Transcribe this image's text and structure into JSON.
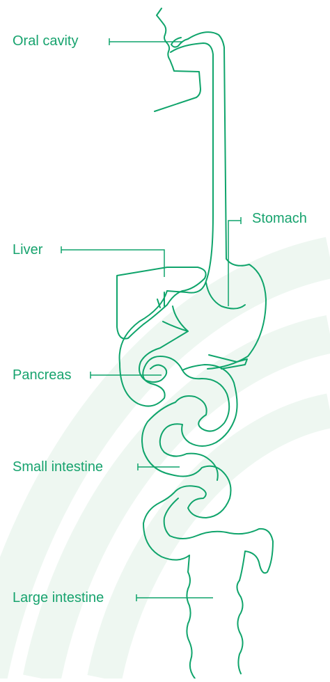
{
  "colors": {
    "outline": "#0fa46b",
    "label_text": "#17a36e",
    "background_arc": "#eef7f1",
    "background": "#ffffff"
  },
  "labels": {
    "oral_cavity": "Oral cavity",
    "stomach": "Stomach",
    "liver": "Liver",
    "pancreas": "Pancreas",
    "small_intestine": "Small intestine",
    "large_intestine": "Large intestine"
  }
}
